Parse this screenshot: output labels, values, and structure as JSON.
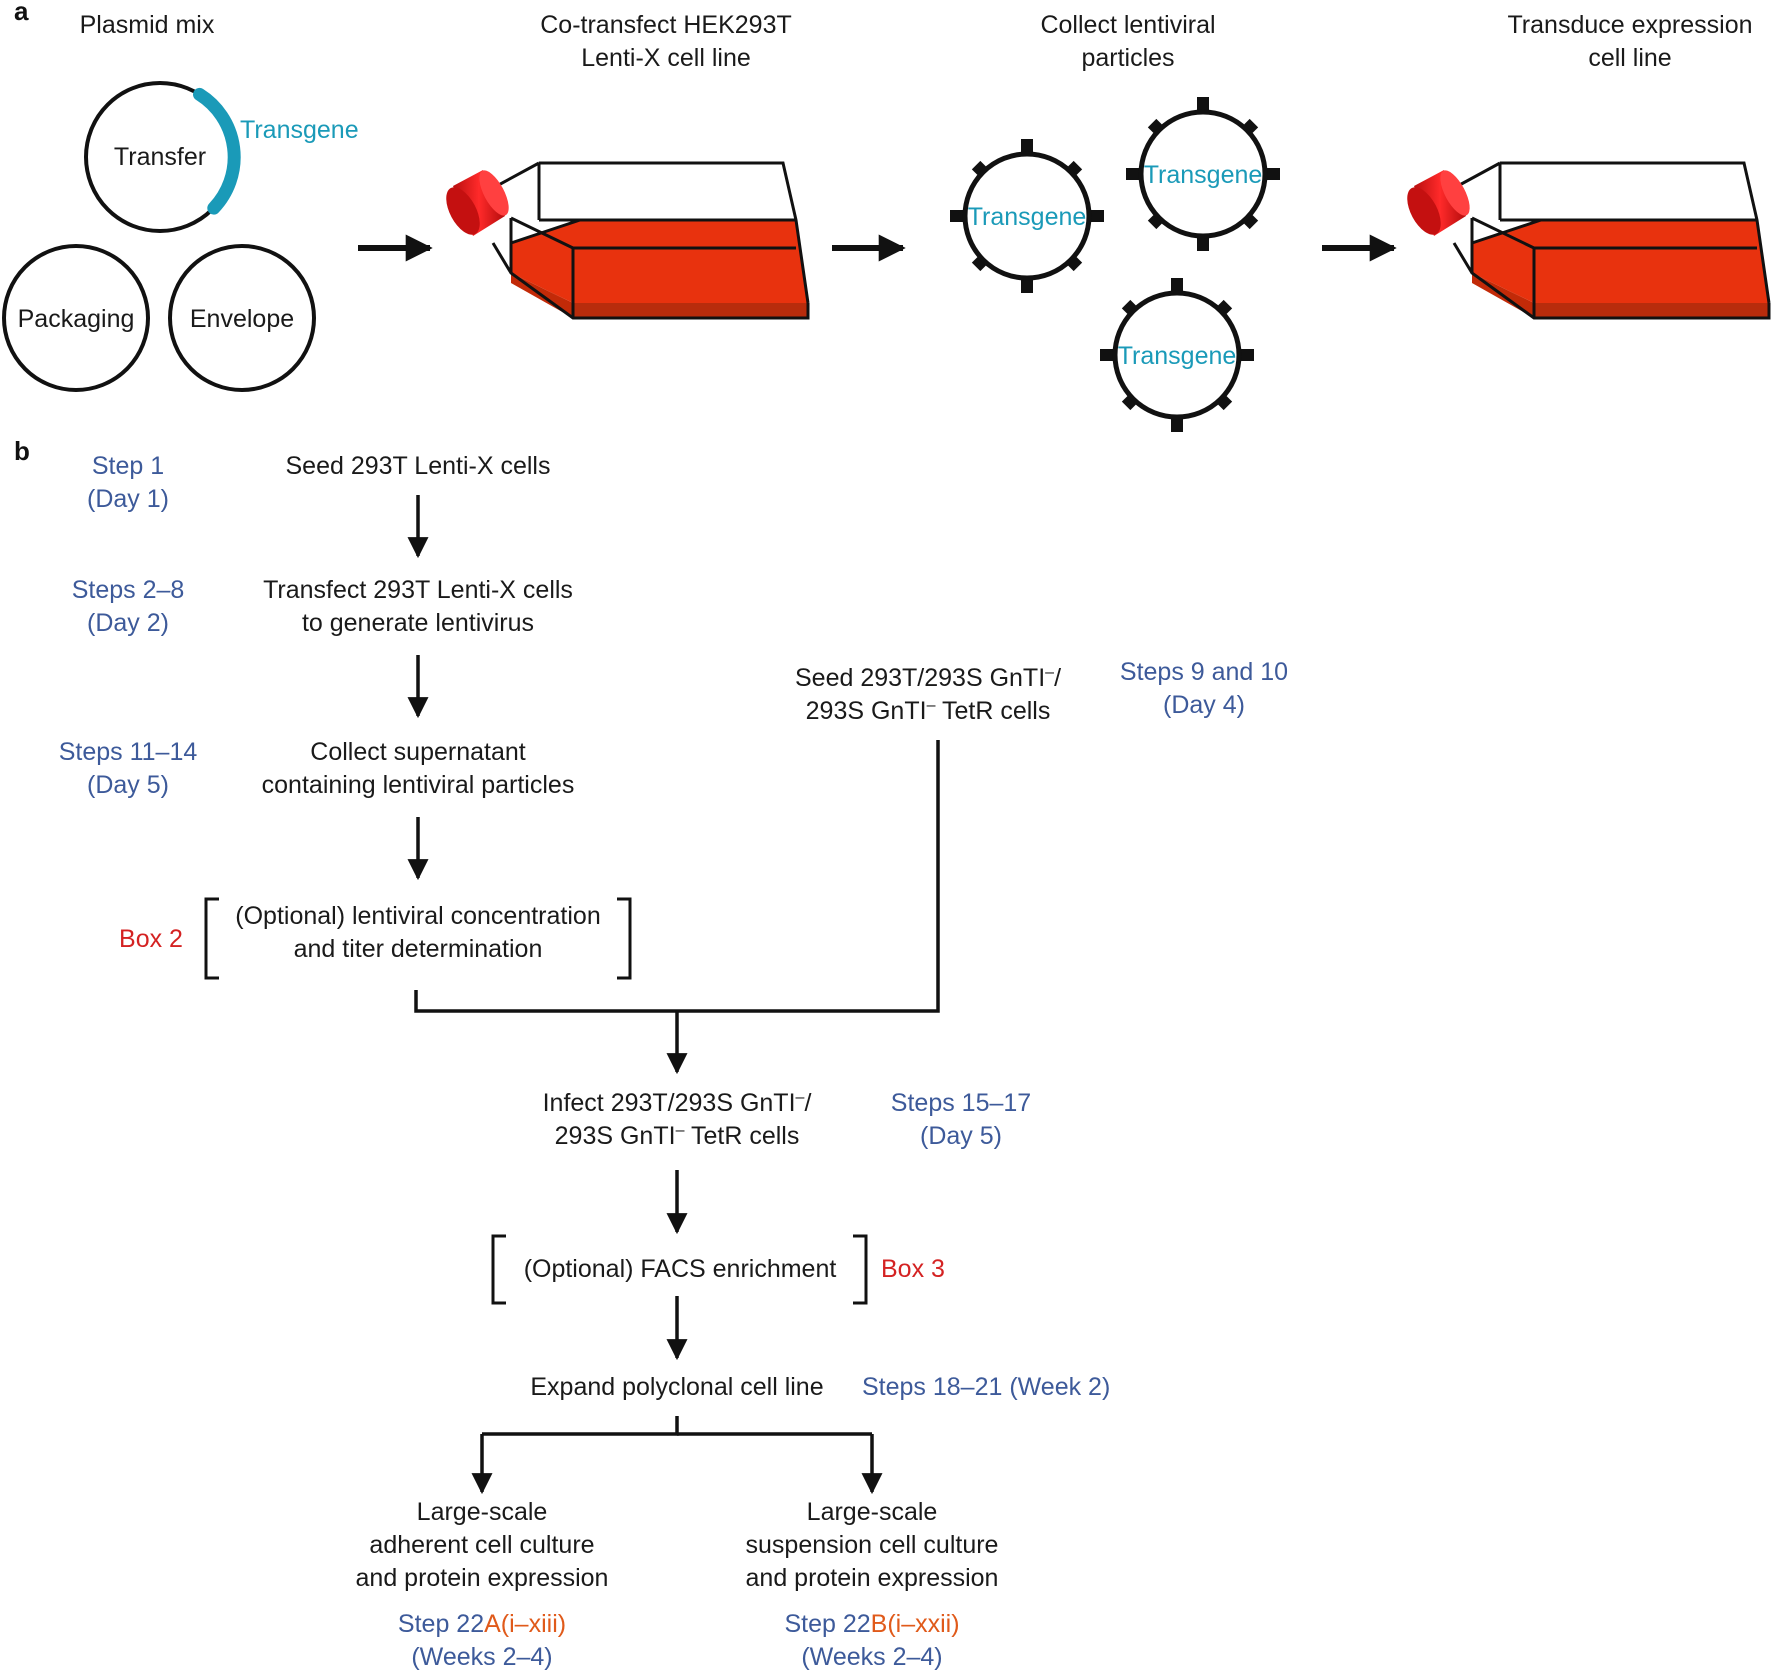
{
  "panel_a": {
    "label": "a",
    "headings": {
      "plasmid_mix": "Plasmid mix",
      "cotransfect_line1": "Co-transfect HEK293T",
      "cotransfect_line2": "Lenti-X cell line",
      "collect_line1": "Collect lentiviral",
      "collect_line2": "particles",
      "transduce_line1": "Transduce expression",
      "transduce_line2": "cell line"
    },
    "plasmids": {
      "transfer": "Transfer",
      "transgene": "Transgene",
      "packaging": "Packaging",
      "envelope": "Envelope"
    },
    "virus_label": "Transgene"
  },
  "panel_b": {
    "label": "b",
    "step1": {
      "tag_line1": "Step 1",
      "tag_line2": "(Day 1)",
      "text": "Seed 293T Lenti-X cells"
    },
    "step2": {
      "tag_line1": "Steps 2–8",
      "tag_line2": "(Day 2)",
      "text_line1": "Transfect 293T Lenti-X cells",
      "text_line2": "to generate lentivirus"
    },
    "step11": {
      "tag_line1": "Steps 11–14",
      "tag_line2": "(Day 5)",
      "text_line1": "Collect supernatant",
      "text_line2": "containing lentiviral particles"
    },
    "box2": {
      "tag": "Box 2",
      "text_line1": "(Optional) lentiviral concentration",
      "text_line2": "and titer determination"
    },
    "step9": {
      "text_line1": "Seed 293T/293S GnTI",
      "text_line1_end": "/",
      "text_line2_start": "293S GnTI",
      "text_line2_end": " TetR cells",
      "superscript": "–",
      "tag_line1": "Steps 9 and 10",
      "tag_line2": "(Day 4)"
    },
    "step15": {
      "text_line1": "Infect 293T/293S GnTI",
      "text_line1_end": "/",
      "text_line2_start": "293S GnTI",
      "text_line2_end": " TetR cells",
      "superscript": "–",
      "tag_line1": "Steps 15–17",
      "tag_line2": "(Day 5)"
    },
    "box3": {
      "text": "(Optional) FACS enrichment",
      "tag": "Box 3"
    },
    "step18": {
      "text": "Expand polyclonal cell line",
      "tag": "Steps 18–21 (Week 2)"
    },
    "adherent": {
      "line1": "Large-scale",
      "line2": "adherent cell culture",
      "line3": "and protein expression",
      "step_prefix": "Step 22",
      "step_letter": "A",
      "step_range": "(i–xiii)",
      "weeks": "(Weeks 2–4)"
    },
    "suspension": {
      "line1": "Large-scale",
      "line2": "suspension cell culture",
      "line3": "and protein expression",
      "step_prefix": "Step 22",
      "step_letter": "B",
      "step_range": "(i–xxii)",
      "weeks": "(Weeks 2–4)"
    }
  },
  "colors": {
    "step_tag_blue": "#3d5a9a",
    "box_tag_red": "#d42222",
    "transgene_teal": "#1a9ab8",
    "step_letter_orange": "#e05a1a",
    "medium_red": "#e8320e",
    "cap_red": "#e01515"
  }
}
